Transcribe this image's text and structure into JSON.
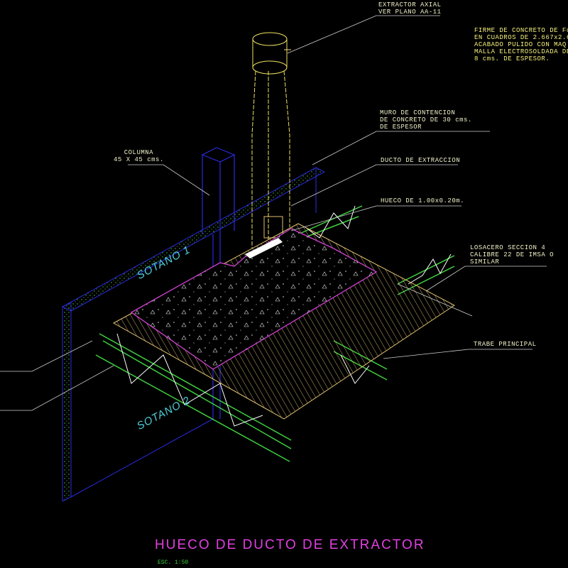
{
  "drawing": {
    "title": "HUECO DE DUCTO DE EXTRACTOR",
    "scale": "ESC. 1:50",
    "labels": {
      "extractor": [
        "EXTRACTOR AXIAL",
        "VER PLANO AA-11"
      ],
      "firme": [
        "FIRME DE CONCRETO DE Fc",
        "EN CUADROS DE 2.667x2.6",
        "ACABADO PULIDO CON MAQ",
        "MALLA ELECTROSOLDADA DE",
        "8 cms. DE ESPESOR."
      ],
      "muro": [
        "MURO DE CONTENCION",
        "DE CONCRETO DE 30 cms.",
        "DE ESPESOR"
      ],
      "columna": [
        "COLUMNA",
        "45 X 45 cms."
      ],
      "ducto": "DUCTO DE EXTRACCION",
      "hueco": "HUECO DE 1.00x0.20m.",
      "losacero": [
        "LOSACERO SECCION 4",
        "CALIBRE 22 DE IMSA O",
        "SIMILAR"
      ],
      "trabe": "TRABE PRINCIPAL",
      "sotano1": "SOTANO 1",
      "sotano2": "SOTANO 2"
    },
    "colors": {
      "background": "#000000",
      "wall": "#3ecf3e",
      "column": "#2a2ae0",
      "duct": "#f0e060",
      "slab_outline": "#d040d0",
      "deck": "#e0c070",
      "truss": "#3ecf3e",
      "title": "#e040e0",
      "sotano": "#4fd0d8"
    }
  }
}
